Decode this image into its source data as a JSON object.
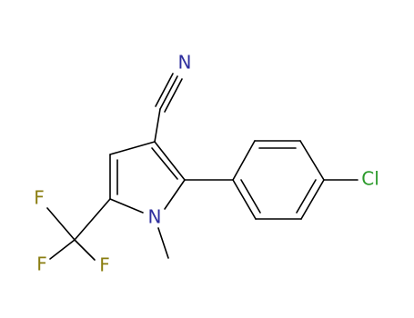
{
  "molecule": {
    "atoms": {
      "nitrile_n": {
        "text": "N",
        "color": "#2e2e9e"
      },
      "ring_n": {
        "text": "N",
        "color": "#2e2e9e"
      },
      "chlorine": {
        "text": "Cl",
        "color": "#2a9a2a"
      },
      "fluorine_1": {
        "text": "F",
        "color": "#8a7d10"
      },
      "fluorine_2": {
        "text": "F",
        "color": "#8a7d10"
      },
      "fluorine_3": {
        "text": "F",
        "color": "#8a7d10"
      }
    }
  }
}
